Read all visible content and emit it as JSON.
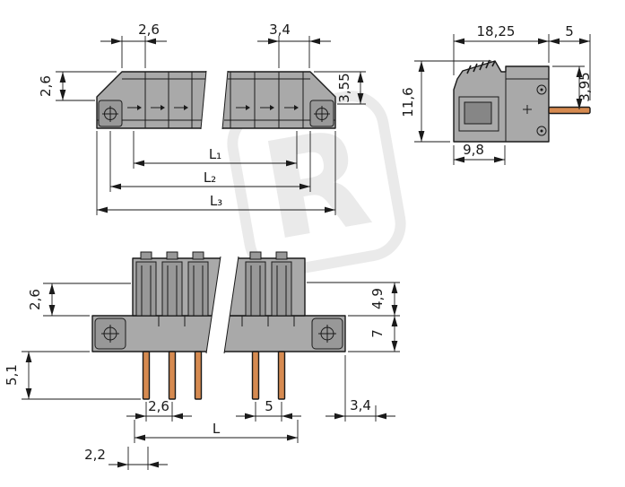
{
  "watermark": {
    "letter": "R"
  },
  "colors": {
    "line": "#1a1a1a",
    "body": "#a9a9a9",
    "body-dark": "#989898",
    "body-darker": "#868686",
    "pin": "#d68a50",
    "bg": "#ffffff",
    "watermark": "#bdbdbd"
  },
  "views": {
    "top": {
      "dims": {
        "pitch": "2,6",
        "end_cell": "3,4",
        "flange_offset": "2,6",
        "face_offset": "3,55",
        "l1": "L₁",
        "l2": "L₂",
        "l3": "L₃"
      }
    },
    "side": {
      "dims": {
        "depth_total": "18,25",
        "pin_length": "5",
        "height": "11,6",
        "pin_offset": "3,95",
        "front_depth": "9,8"
      }
    },
    "front": {
      "dims": {
        "upper_offset": "2,6",
        "socket_depth": "4,9",
        "base_height": "7",
        "pin_length": "5,1",
        "pin_pitch_left": "2,6",
        "pin_pitch_right": "5",
        "end_width": "3,4",
        "length": "L",
        "edge_offset": "2,2"
      }
    }
  }
}
